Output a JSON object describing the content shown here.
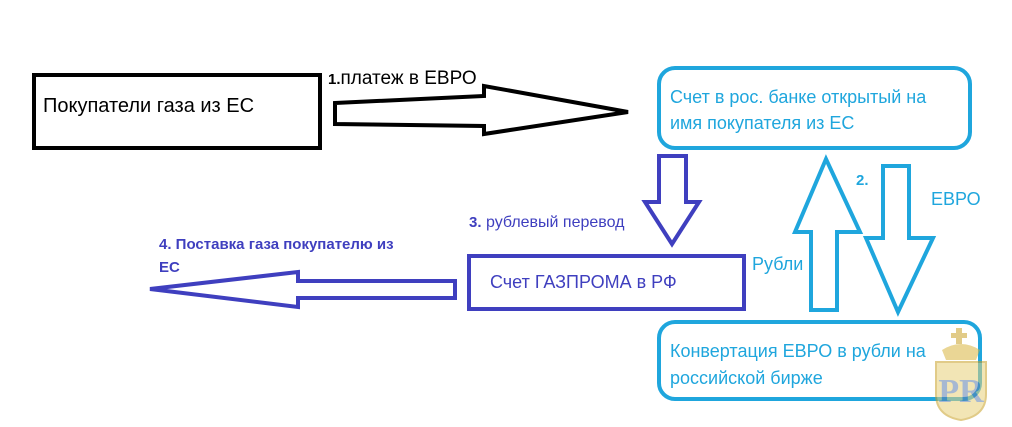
{
  "colors": {
    "black": "#000000",
    "cyan": "#1fa6dd",
    "navy": "#3f3fbf"
  },
  "nodes": {
    "buyers": "Покупатели газа из ЕС",
    "account_line1": "Счет в рос. банке открытый на",
    "account_line2": "имя покупателя из ЕС",
    "gazprom": "Счет ГАЗПРОМА в РФ",
    "conversion_line1": "Конвертация ЕВРО в рубли на",
    "conversion_line2": "российской бирже"
  },
  "edges": {
    "step1_number": "1.",
    "step1_label": "платеж в ЕВРО",
    "step2_number": "2.",
    "step2_euro": "ЕВРО",
    "step2_rubles": "Рубли",
    "step3_number": "3.",
    "step3_label": "рублевый перевод",
    "step4_line1": "4. Поставка газа покупателю из",
    "step4_line2": "ЕС"
  },
  "watermark": {
    "icon": "coat-of-arms-icon",
    "text": "PR"
  }
}
